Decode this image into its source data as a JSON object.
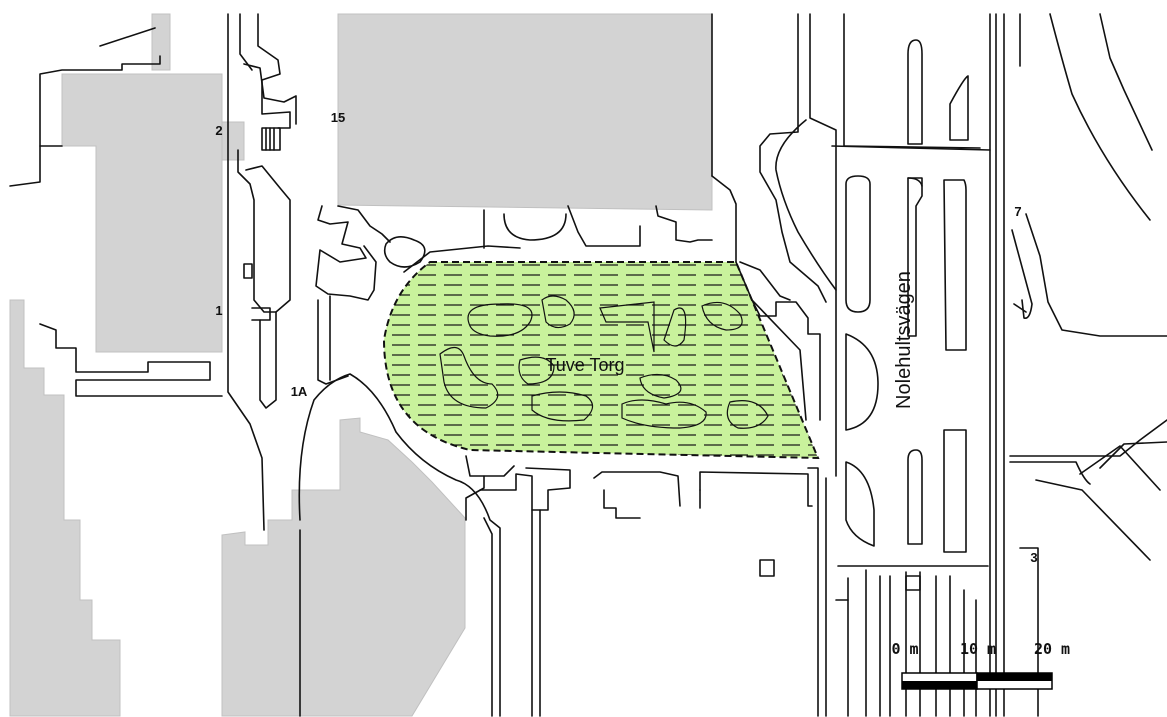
{
  "map": {
    "square_label": "Tuve Torg",
    "street_label": "Nolehultsvägen",
    "address_numbers": {
      "n15": "15",
      "n2": "2",
      "n1": "1",
      "n1a": "1A",
      "n7": "7",
      "n3": "3"
    },
    "scale_bar": {
      "labels": [
        "0 m",
        "10 m",
        "20 m"
      ]
    },
    "colors": {
      "square_fill": "#c9f29c",
      "building_fill": "#d3d3d3",
      "line": "#111111"
    }
  }
}
